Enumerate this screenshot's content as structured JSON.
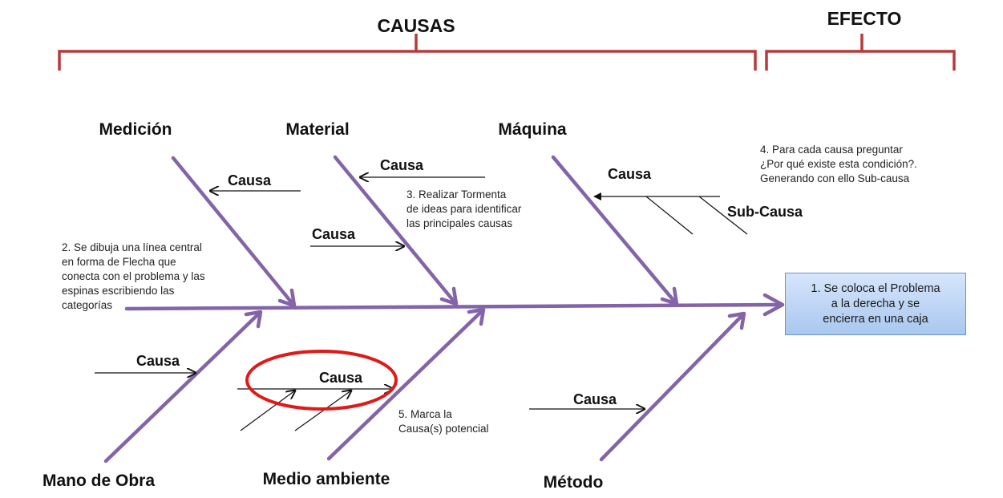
{
  "headers": {
    "causes": "CAUSAS",
    "effect": "EFECTO"
  },
  "categories": {
    "top": [
      "Medición",
      "Material",
      "Máquina"
    ],
    "bottom": [
      "Mano de Obra",
      "Medio ambiente",
      "Método"
    ]
  },
  "labels": {
    "cause": "Causa",
    "sub_cause": "Sub-Causa"
  },
  "problem": {
    "lines": [
      "1. Se coloca el Problema",
      "a la derecha y se",
      "encierra  en una caja"
    ]
  },
  "steps": {
    "step2": [
      "2. Se dibuja una línea central",
      "en forma de Flecha que",
      "conecta con el problema y las",
      "espinas escribiendo las",
      "categorías"
    ],
    "step3": [
      "3. Realizar Tormenta",
      "de ideas para identificar",
      "las principales causas"
    ],
    "step4": [
      "4. Para cada causa preguntar",
      "¿Por qué existe esta condición?.",
      "Generando con ello Sub-causa"
    ],
    "step5": [
      "5. Marca la",
      "Causa(s) potencial"
    ]
  },
  "colors": {
    "spine": "#8464a8",
    "bracket": "#b83a3a",
    "highlight": "#e01919",
    "problem_fill": "#c2d8f6",
    "problem_border": "#6f93c2"
  }
}
